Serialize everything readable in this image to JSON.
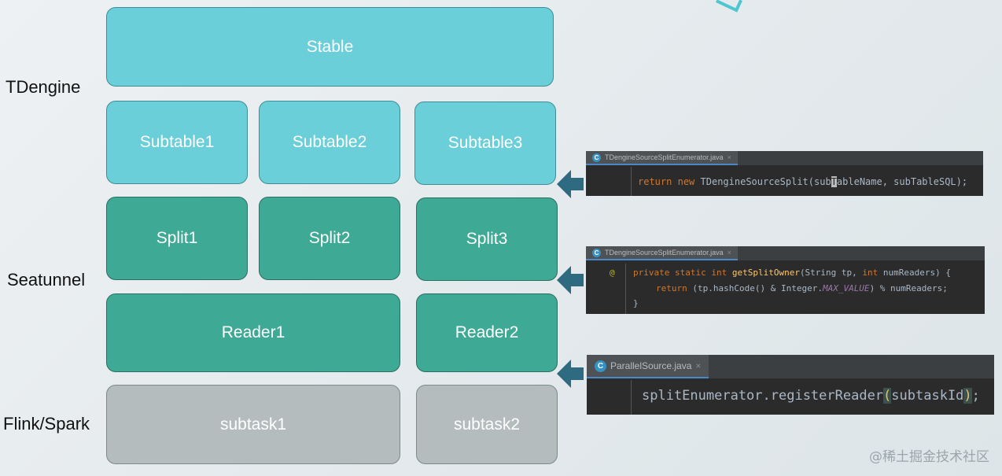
{
  "layers": {
    "tdengine": "TDengine",
    "seatunnel": "Seatunnel",
    "flink_spark": "Flink/Spark"
  },
  "boxes": {
    "stable": "Stable",
    "subtables": [
      "Subtable1",
      "Subtable2",
      "Subtable3"
    ],
    "splits": [
      "Split1",
      "Split2",
      "Split3"
    ],
    "readers": [
      "Reader1",
      "Reader2"
    ],
    "subtasks": [
      "subtask1",
      "subtask2"
    ]
  },
  "code_snippets": [
    {
      "tab": "TDengineSourceSplitEnumerator.java",
      "tab_close": "×",
      "icon": "C",
      "line1_kw1": "return",
      "line1_kw2": "new",
      "line1_pre": "TDengineSourceSplit(sub",
      "line1_caret": "T",
      "line1_arg": "ableName, subTableSQL",
      "line1_end": ");"
    },
    {
      "tab": "TDengineSourceSplitEnumerator.java",
      "tab_close": "×",
      "icon": "C",
      "annotation": "@",
      "line1_kw": "private static int",
      "line1_fn": "getSplitOwner",
      "line1_p1": "(String tp,",
      "line1_kw2": "int",
      "line1_p2": "numReaders) {",
      "line2_kw": "return",
      "line2_pre": "(tp.hashCode() & Integer.",
      "line2_const": "MAX_VALUE",
      "line2_post": ") % numReaders;",
      "line3": "}"
    },
    {
      "tab": "ParallelSource.java",
      "tab_close": "×",
      "icon": "C",
      "line1_pre": "splitEnumerator.registerReader",
      "line1_open": "(",
      "line1_arg": "subtaskId",
      "line1_close": ")",
      "line1_end": ";"
    }
  ],
  "watermark": "@稀土掘金技术社区",
  "colors": {
    "teal_light": "#6acfd9",
    "teal_dark": "#3ea994",
    "gray": "#b4bcbe",
    "arrow": "#2e6a80",
    "code_bg": "#2b2b2b"
  }
}
